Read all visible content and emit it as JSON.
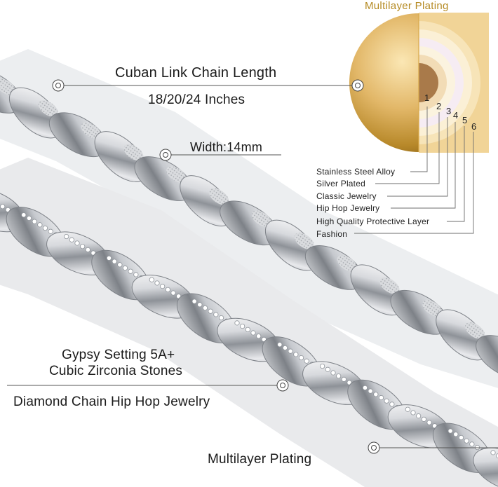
{
  "header": {
    "title": "Multilayer Plating"
  },
  "callouts": {
    "length_label": "Cuban Link Chain Length",
    "length_value": "18/20/24 Inches",
    "width_label": "Width:14mm",
    "setting_line1": "Gypsy Setting 5A+",
    "setting_line2": "Cubic Zirconia Stones",
    "style_label": "Diamond Chain Hip Hop Jewelry",
    "plating_label": "Multilayer Plating"
  },
  "layers": {
    "numbers": [
      "1",
      "2",
      "3",
      "4",
      "5",
      "6"
    ],
    "labels": [
      "Stainless Steel Alloy",
      "Silver Plated",
      "Classic Jewelry",
      "Hip Hop Jewelry",
      "High Quality Protective Layer",
      "Fashion"
    ]
  },
  "colors": {
    "gold_dark": "#b8892a",
    "gold_light": "#f3d9a0",
    "core_brown": "#a97a4a",
    "silver": "#c9ccd1",
    "text": "#1a1a1a"
  }
}
